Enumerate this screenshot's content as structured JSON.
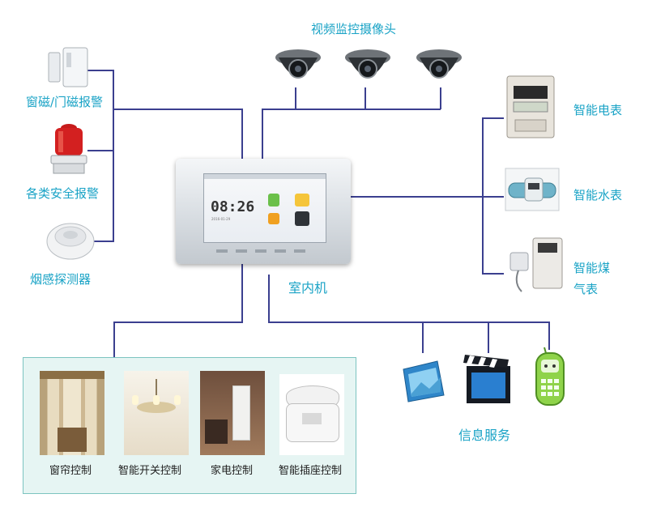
{
  "labels": {
    "cameras": "视频监控摄像头",
    "window_door_alarm": "窗磁/门磁报警",
    "safety_alarm": "各类安全报警",
    "smoke_detector": "烟感探测器",
    "indoor_unit": "室内机",
    "smart_meter": "智能电表",
    "water_meter": "智能水表",
    "gas_meter_line1": "智能煤",
    "gas_meter_line2": "气表",
    "info_service": "信息服务",
    "curtain_control": "窗帘控制",
    "switch_control": "智能开关控制",
    "appliance_control": "家电控制",
    "socket_control": "智能插座控制"
  },
  "device_screen": {
    "clock": "08:26",
    "date": "2016-01-29"
  },
  "colors": {
    "wire": "#3b3f8f",
    "label": "#1aa3c6",
    "panel_bg": "#e6f5f3",
    "panel_border": "#7cc4c0"
  }
}
